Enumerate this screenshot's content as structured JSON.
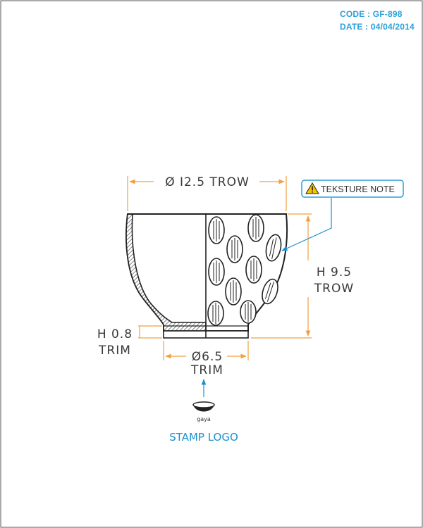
{
  "header": {
    "code": "CODE : GF-898",
    "date": "DATE : 04/04/2014"
  },
  "dimensions": {
    "diameter_top": "Ø I2.5 TROW",
    "height_line1": "H 9.5",
    "height_line2": "TROW",
    "trim_height_line1": "H 0.8",
    "trim_height_line2": "TRIM",
    "base_diameter_line1": "Ø6.5",
    "base_diameter_line2": "TRIM"
  },
  "texture_note": {
    "label": "TEKSTURE NOTE",
    "icon": "warning-triangle-icon"
  },
  "stamp": {
    "logo_text": "gaya",
    "label": "STAMP LOGO"
  },
  "colors": {
    "dimension_lines": "#f0a040",
    "accent_blue": "#2a9fd8",
    "outline": "#222222"
  }
}
